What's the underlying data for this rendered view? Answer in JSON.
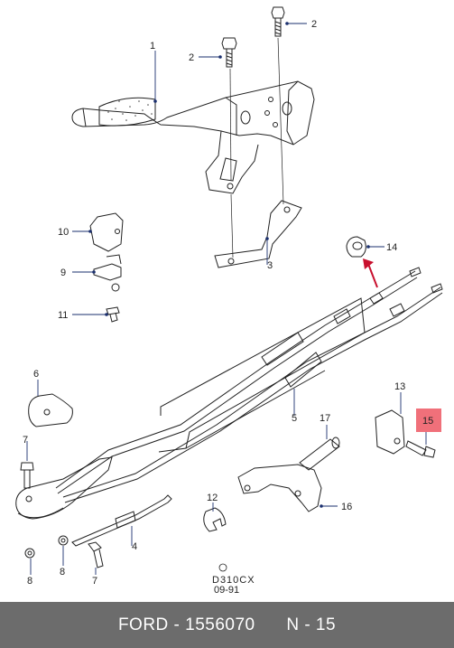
{
  "callouts": {
    "c1": "1",
    "c2a": "2",
    "c2b": "2",
    "c3": "3",
    "c4": "4",
    "c5": "5",
    "c6": "6",
    "c7a": "7",
    "c7b": "7",
    "c8a": "8",
    "c8b": "8",
    "c9": "9",
    "c10": "10",
    "c11": "11",
    "c12": "12",
    "c13": "13",
    "c14": "14",
    "c15": "15",
    "c16": "16",
    "c17": "17"
  },
  "drawing_code": "D310CX",
  "drawing_date": "09-91",
  "footer": {
    "brand": "FORD",
    "part_number": "1556070",
    "position": "N - 15"
  },
  "colors": {
    "highlight": "#f0707a",
    "footer_bg": "#6c6c6c",
    "leader": "#1a2f6e",
    "arrow": "#c8102e"
  }
}
